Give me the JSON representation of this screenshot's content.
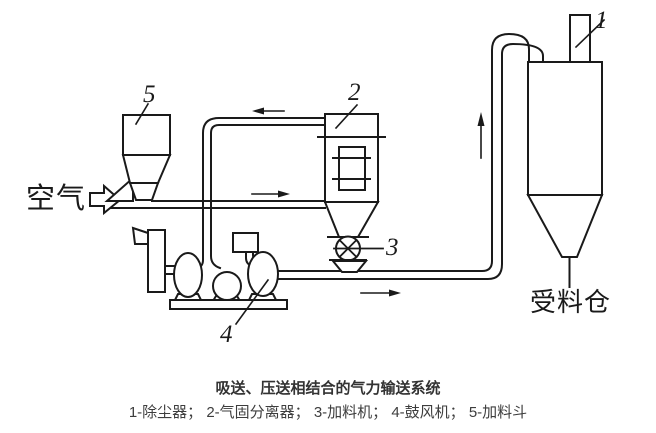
{
  "colors": {
    "background": "#ffffff",
    "line": "#1a1a1a",
    "caption_text": "#333333",
    "legend_text": "#3d3d3d"
  },
  "diagram": {
    "air_inlet_label": "空气",
    "receiving_bin_label": "受料仓",
    "part_labels": {
      "dust_collector": "1",
      "separator": "2",
      "feeder": "3",
      "blower": "4",
      "feed_hopper": "5"
    }
  },
  "caption": {
    "title": "吸送、压送相结合的气力输送系统",
    "legend": "1-除尘器； 2-气固分离器； 3-加料机； 4-鼓风机； 5-加料斗"
  }
}
